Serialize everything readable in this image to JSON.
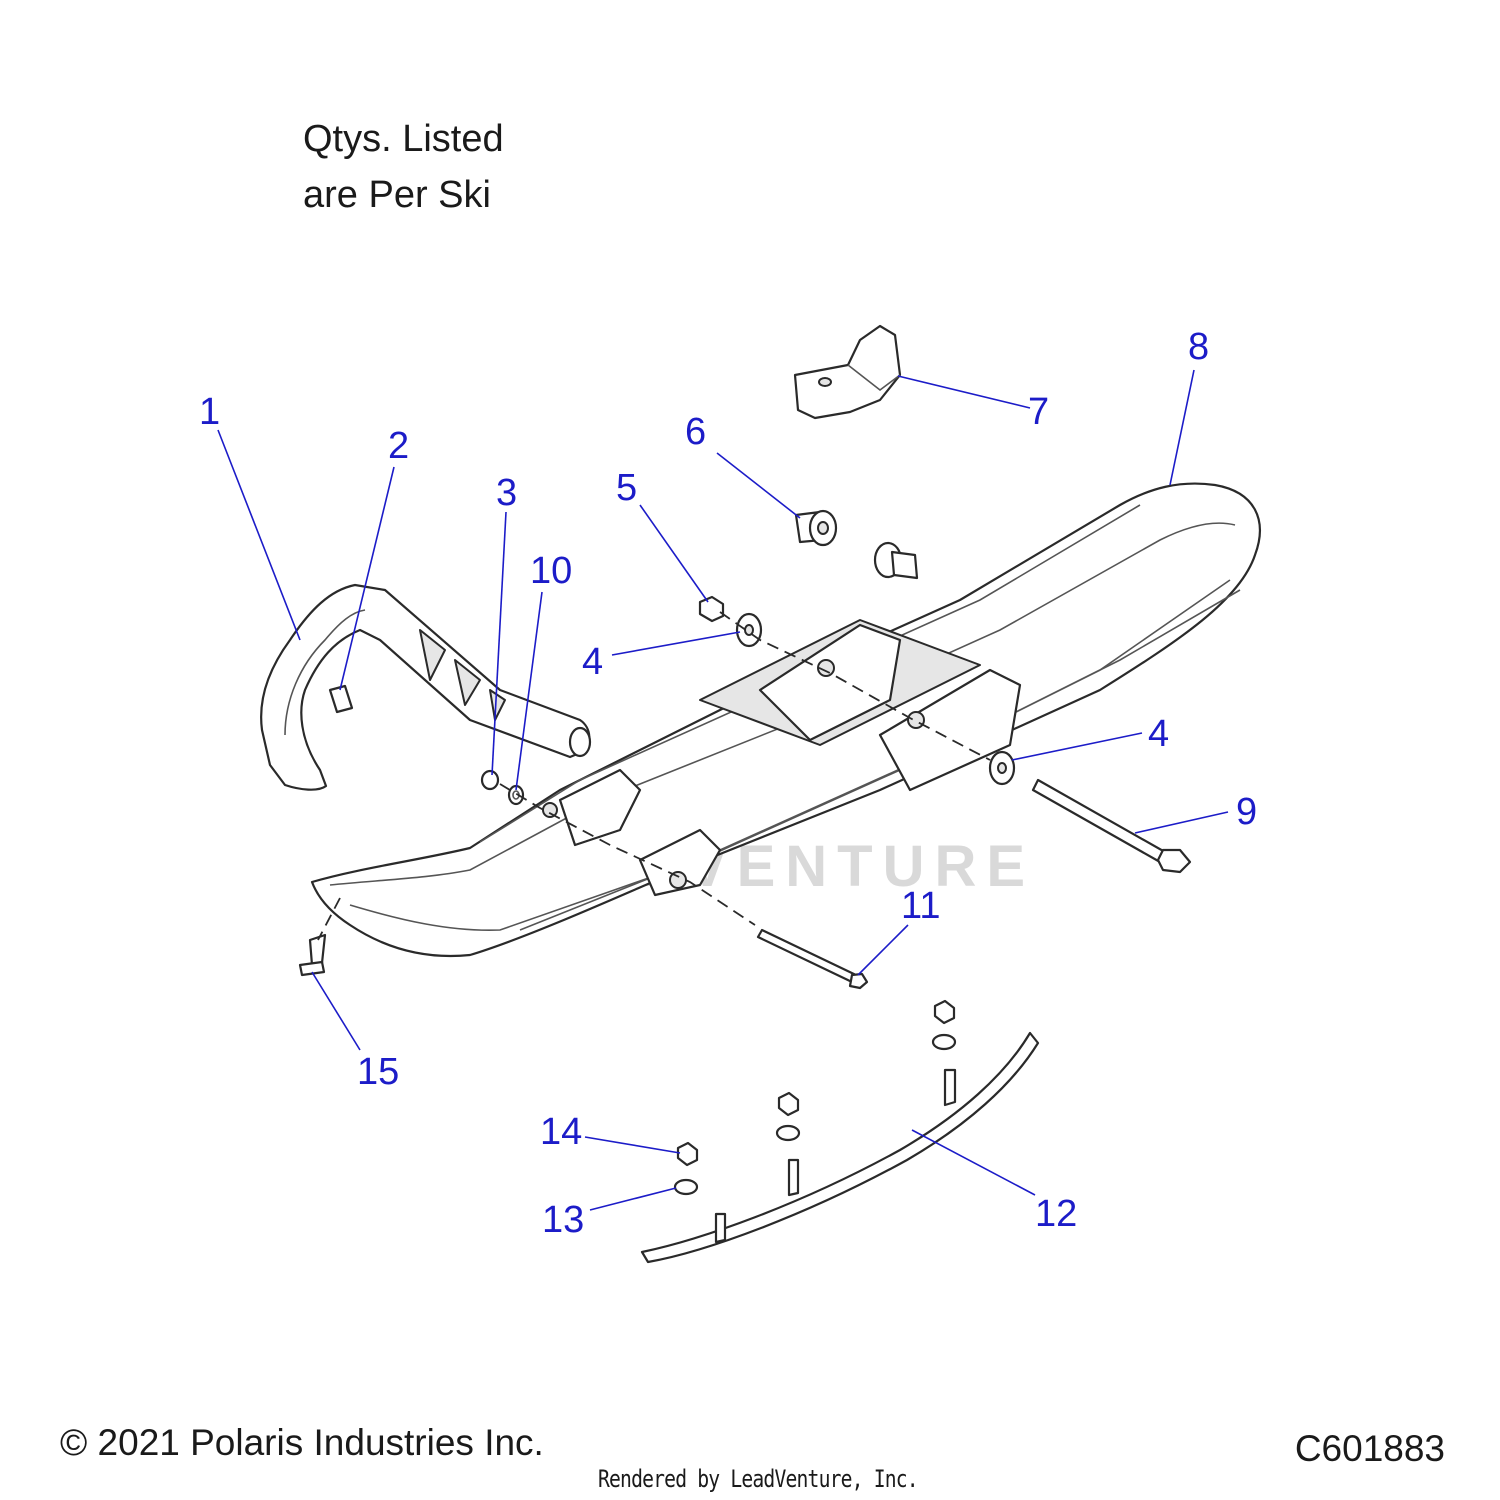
{
  "note": {
    "line1": "Qtys. Listed",
    "line2": "are Per Ski"
  },
  "footer": {
    "copyright": "© 2021 Polaris Industries Inc.",
    "drawing_id": "C601883",
    "rendered_by": "Rendered by LeadVenture, Inc."
  },
  "watermark": "LEADVENTURE",
  "callouts": {
    "c1": "1",
    "c2": "2",
    "c3": "3",
    "c4a": "4",
    "c4b": "4",
    "c5": "5",
    "c6": "6",
    "c7": "7",
    "c8": "8",
    "c9": "9",
    "c10": "10",
    "c11": "11",
    "c12": "12",
    "c13": "13",
    "c14": "14",
    "c15": "15"
  },
  "colors": {
    "callout": "#1c1cc8",
    "line_art": "#2a2a2a",
    "watermark": "#d9d9d9"
  }
}
